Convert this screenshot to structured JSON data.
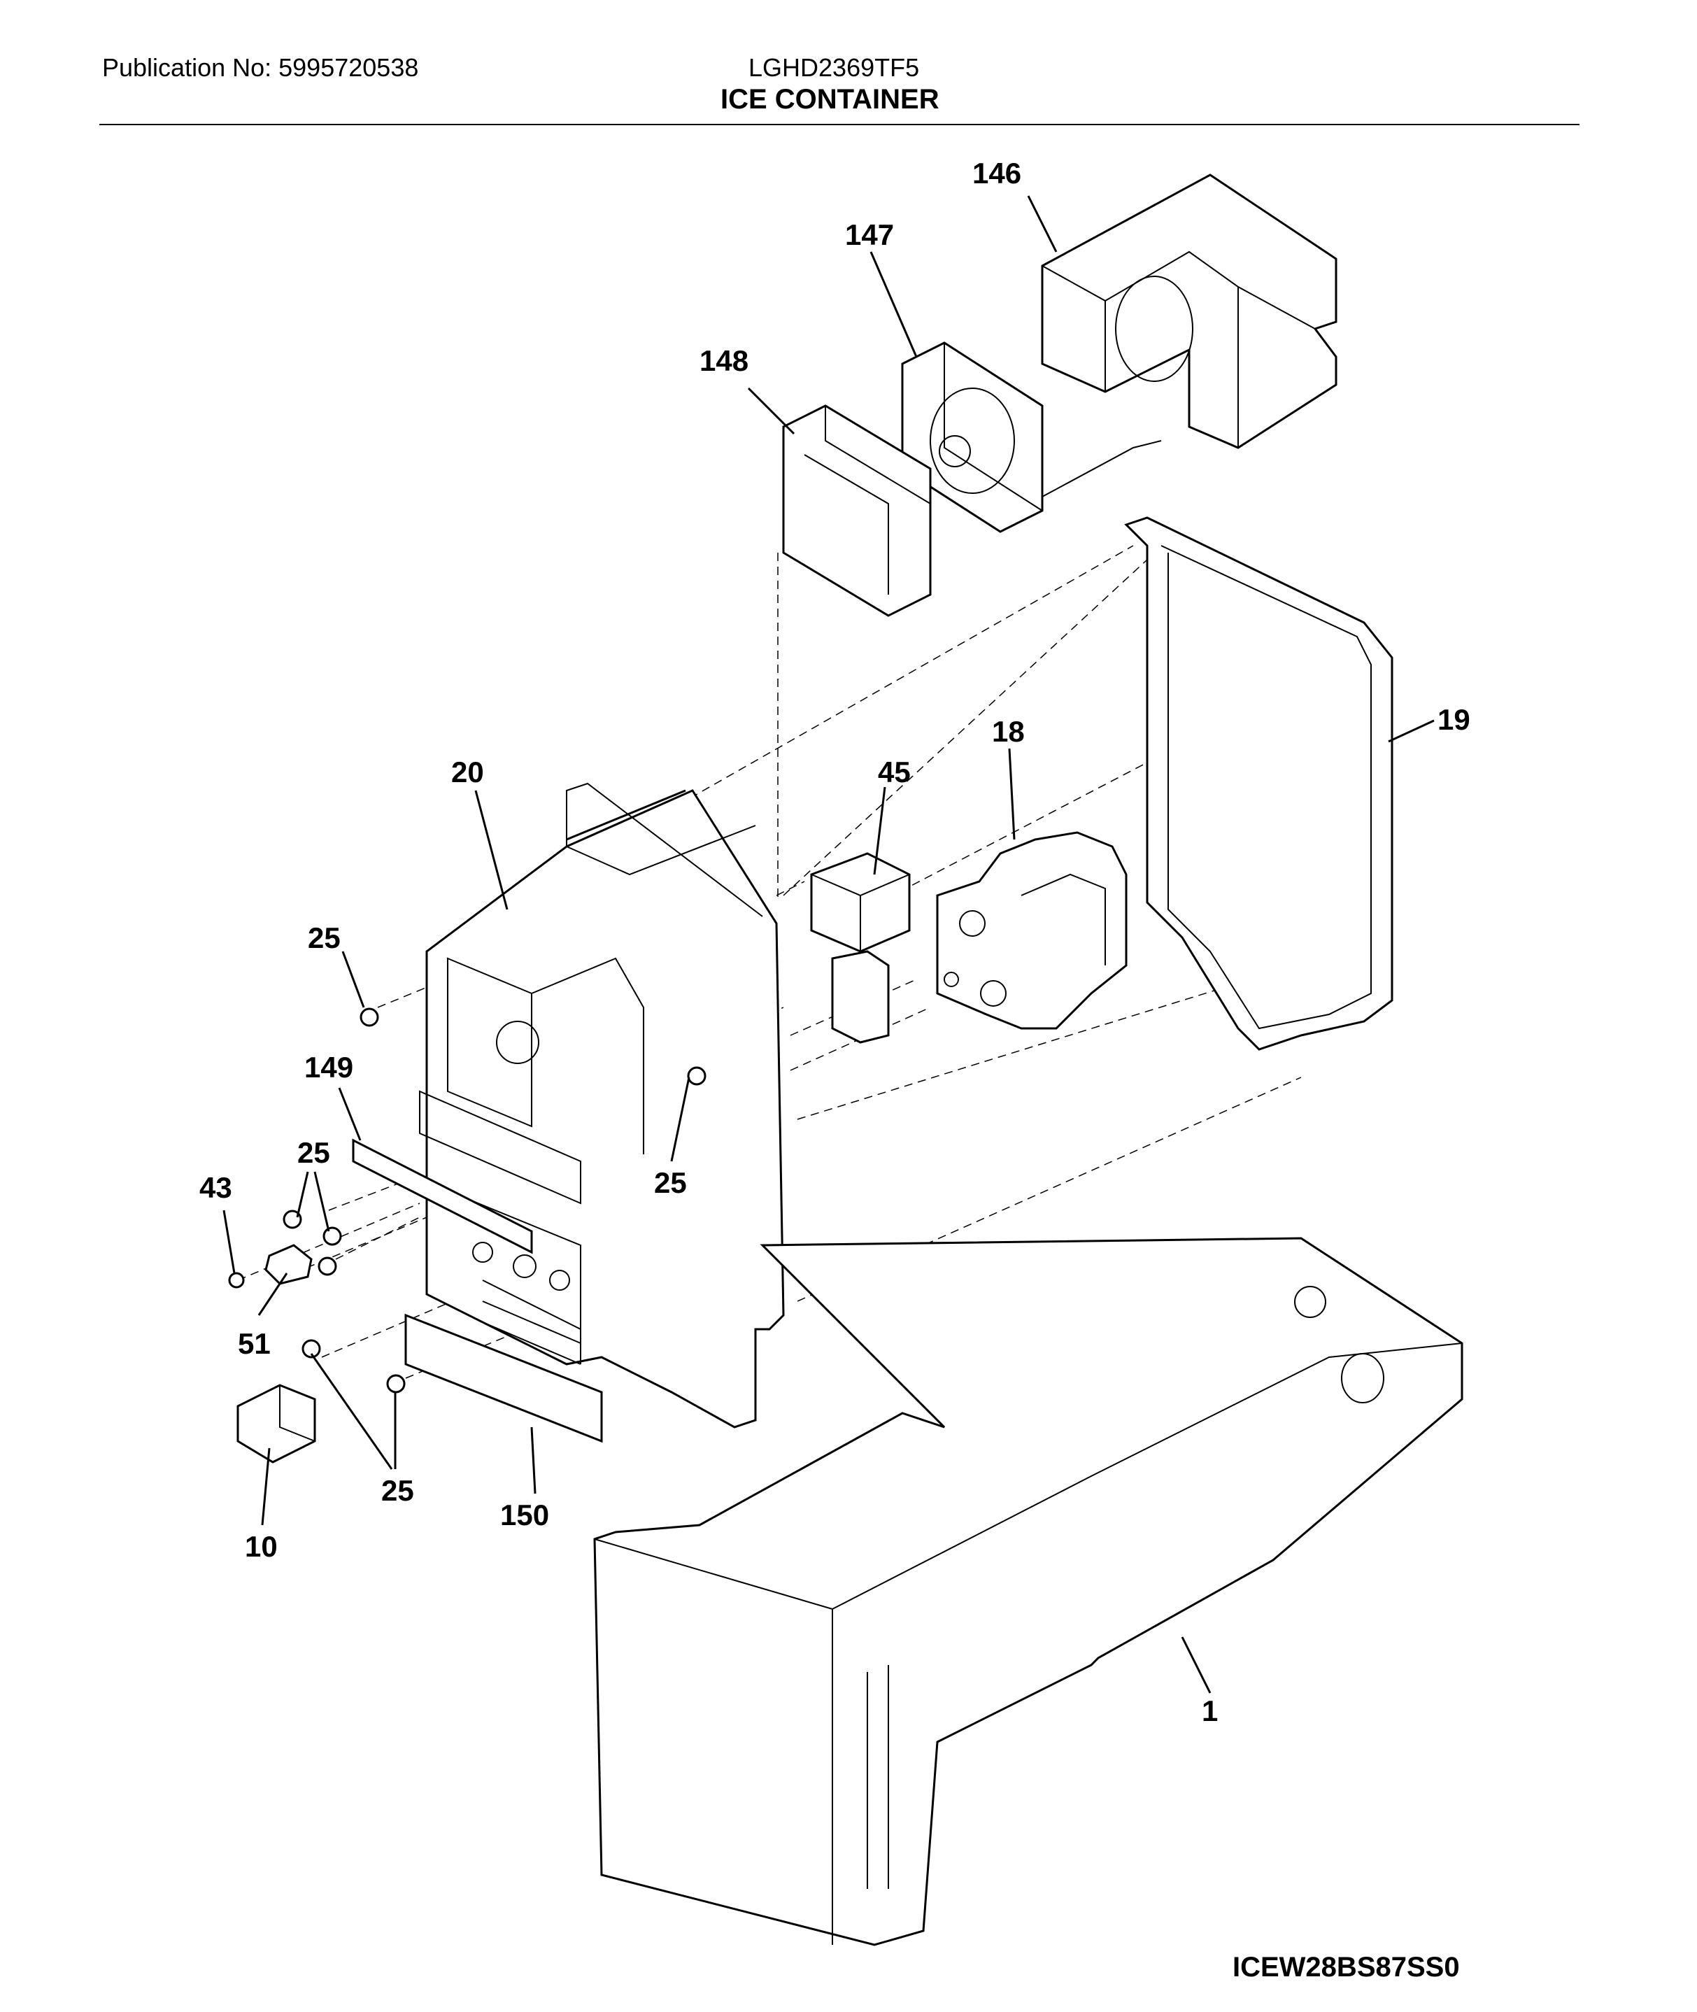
{
  "header": {
    "publication": "Publication No: 5995720538",
    "model": "LGHD2369TF5",
    "title": "ICE CONTAINER"
  },
  "callouts": {
    "c146": "146",
    "c147": "147",
    "c148": "148",
    "c19": "19",
    "c18": "18",
    "c45": "45",
    "c20": "20",
    "c25a": "25",
    "c149": "149",
    "c25b": "25",
    "c25c": "25",
    "c43": "43",
    "c51": "51",
    "c25d": "25",
    "c10": "10",
    "c150": "150",
    "c1": "1"
  },
  "footer": {
    "code": "ICEW28BS87SS0"
  }
}
